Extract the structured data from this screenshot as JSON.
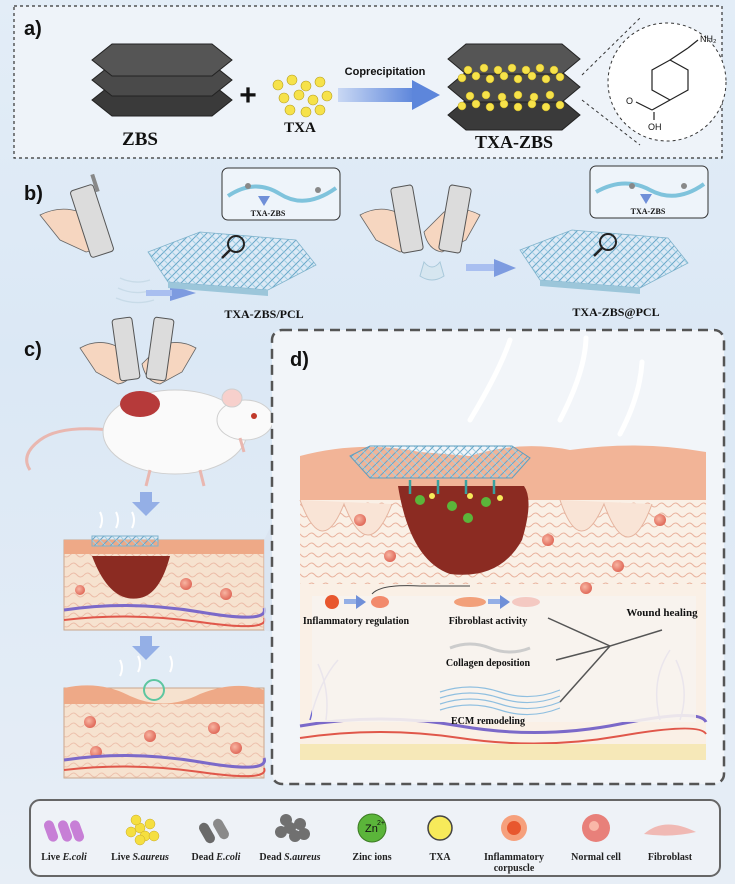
{
  "panel_a": {
    "label": "a)",
    "zbs": "ZBS",
    "plus": "+",
    "txa": "TXA",
    "arrow_label": "Coprecipitation",
    "product": "TXA-ZBS",
    "molecule_nh2": "NH₂",
    "molecule_o": "O",
    "molecule_oh": "OH"
  },
  "panel_b": {
    "label": "b)",
    "inset_left": "TXA-ZBS",
    "inset_right": "TXA-ZBS",
    "product_left": "TXA-ZBS/PCL",
    "product_right": "TXA-ZBS@PCL"
  },
  "panel_c": {
    "label": "c)"
  },
  "panel_d": {
    "label": "d)",
    "inflammatory": "Inflammatory regulation",
    "fibroblast": "Fibroblast activity",
    "collagen": "Collagen deposition",
    "ecm": "ECM remodeling",
    "healing": "Wound healing"
  },
  "legend": {
    "items": [
      {
        "line1": "Live",
        "italic": "E.coli",
        "icon": "live-ecoli-icon",
        "color": "#c77fd6"
      },
      {
        "line1": "Live",
        "italic": "S.aureus",
        "icon": "live-saureus-icon",
        "color": "#f5df40"
      },
      {
        "line1": "Dead",
        "italic": "E.coli",
        "icon": "dead-ecoli-icon",
        "color": "#6a6a6a"
      },
      {
        "line1": "Dead",
        "italic": "S.aureus",
        "icon": "dead-saureus-icon",
        "color": "#707070"
      },
      {
        "line1": "Zinc ions",
        "italic": "",
        "icon": "zinc-ion-icon",
        "color": "#5bb53a"
      },
      {
        "line1": "TXA",
        "italic": "",
        "icon": "txa-icon",
        "color": "#f7ea5a"
      },
      {
        "line1": "Inflammatory",
        "line2": "corpuscle",
        "italic": "",
        "icon": "inflammatory-corpuscle-icon",
        "color": "#e8572e"
      },
      {
        "line1": "Normal cell",
        "italic": "",
        "icon": "normal-cell-icon",
        "color": "#e8807a"
      },
      {
        "line1": "Fibroblast",
        "italic": "",
        "icon": "fibroblast-icon",
        "color": "#f0b9b4"
      }
    ],
    "zinc_symbol": "Zn",
    "zinc_charge": "2+"
  }
}
